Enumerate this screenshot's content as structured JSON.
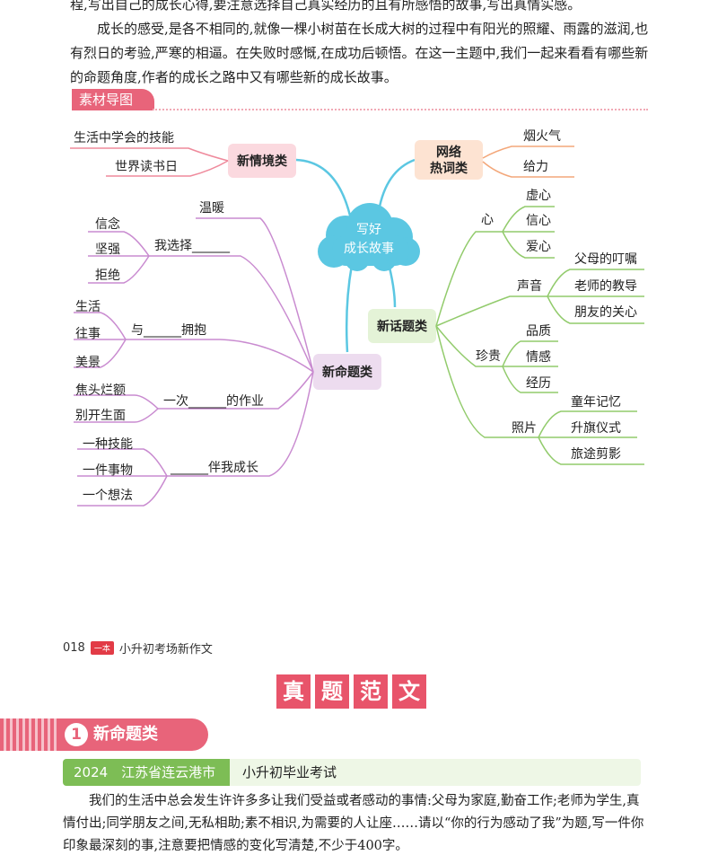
{
  "intro": {
    "line1": "程,写出自己的成长心得,要注意选择自己真实经历的且有所感悟的故事,写出真情实感。",
    "para2": "成长的感受,是各不相同的,就像一棵小树苗在长成大树的过程中有阳光的照耀、雨露的滋润,也有烈日的考验,严寒的相逼。在失败时感慨,在成功后顿悟。在这一主题中,我们一起来看看有哪些新的命题角度,作者的成长之路中又有哪些新的成长故事。"
  },
  "section_tag": "素材导图",
  "mindmap": {
    "center": [
      "写好",
      "成长故事"
    ],
    "nodes": {
      "new_situation": "新情境类",
      "network": [
        "网络",
        "热词类"
      ],
      "new_topic": "新话题类",
      "new_proposition": "新命题类"
    },
    "new_situation_items": [
      "生活中学会的技能",
      "世界读书日"
    ],
    "network_items": [
      "烟火气",
      "给力"
    ],
    "topic_groups": {
      "heart": {
        "label": "心",
        "items": [
          "虚心",
          "信心",
          "爱心"
        ]
      },
      "voice": {
        "label": "声音",
        "items": [
          "父母的叮嘱",
          "老师的教导",
          "朋友的关心"
        ]
      },
      "treasure": {
        "label": "珍贵",
        "items": [
          "品质",
          "情感",
          "经历"
        ]
      },
      "photo": {
        "label": "照片",
        "items": [
          "童年记忆",
          "升旗仪式",
          "旅途剪影"
        ]
      }
    },
    "proposition_groups": {
      "warm": "温暖",
      "choose": {
        "label": "我选择______",
        "items": [
          "信念",
          "坚强",
          "拒绝"
        ]
      },
      "embrace": {
        "label": "与______拥抱",
        "items": [
          "生活",
          "往事",
          "美景"
        ]
      },
      "homework": {
        "label": "一次______的作业",
        "items": [
          "焦头烂额",
          "别开生面"
        ]
      },
      "grow": {
        "label": "______伴我成长",
        "items": [
          "一种技能",
          "一件事物",
          "一个想法"
        ]
      }
    }
  },
  "footer": {
    "page": "018",
    "badge": "一本",
    "book": "小升初考场新作文"
  },
  "title_chars": [
    "真",
    "题",
    "范",
    "文"
  ],
  "category": {
    "num": "1",
    "label": "新命题类"
  },
  "exam": {
    "year_place": "2024　江苏省连云港市",
    "type": "小升初毕业考试"
  },
  "prompt": "我们的生活中总会发生许许多多让我们受益或者感动的事情:父母为家庭,勤奋工作;老师为学生,真情付出;同学朋友之间,无私相助;素不相识,为需要的人让座……请以“你的行为感动了我”为题,写一件你印象最深刻的事,注意要把情感的变化写清楚,不少于400字。",
  "colors": {
    "pink": "#e8647a",
    "green": "#7dbd55",
    "cyan": "#5bc7e2",
    "purple": "#c98bd0",
    "orange": "#f3a77a"
  }
}
